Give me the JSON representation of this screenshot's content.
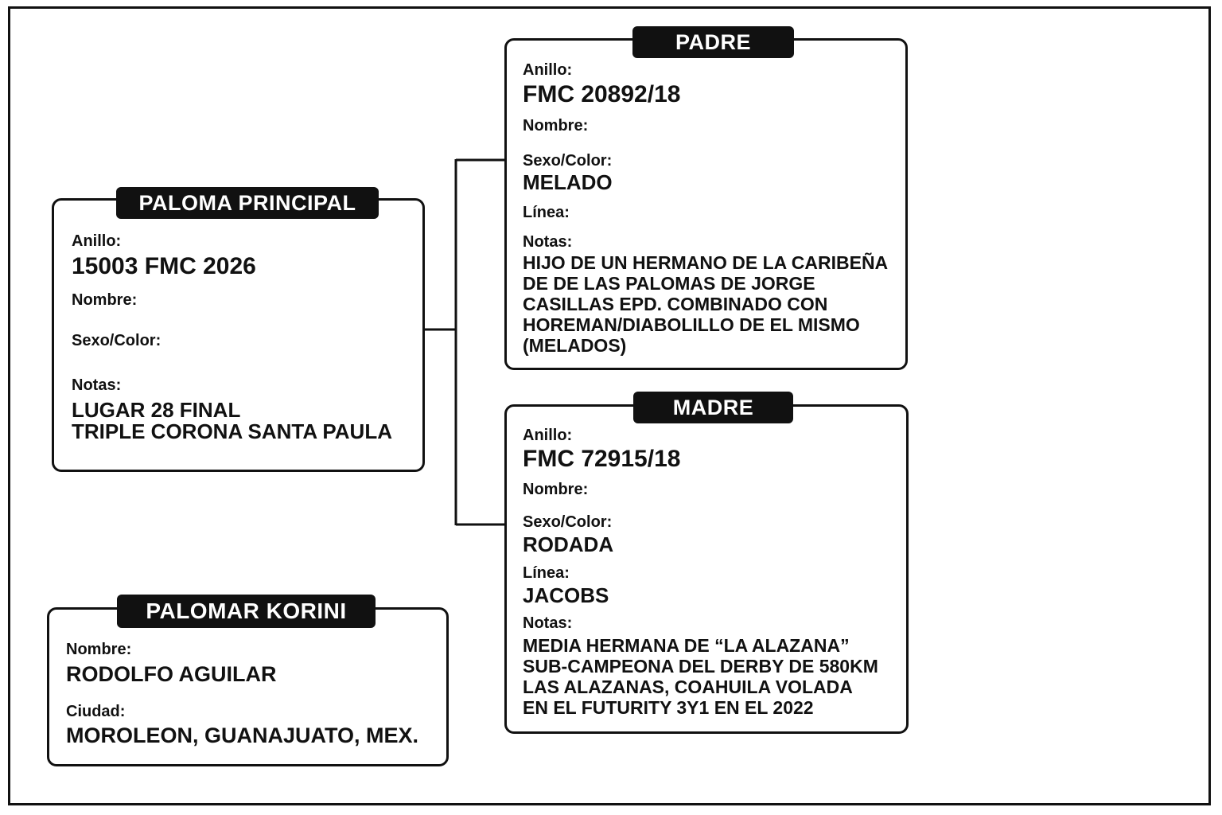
{
  "principal": {
    "title": "PALOMA PRINCIPAL",
    "ring_label": "Anillo:",
    "ring": "15003 FMC 2026",
    "name_label": "Nombre:",
    "sex_color_label": "Sexo/Color:",
    "notes_label": "Notas:",
    "notes": [
      "LUGAR 28 FINAL",
      "TRIPLE CORONA SANTA PAULA"
    ]
  },
  "padre": {
    "title": "PADRE",
    "ring_label": "Anillo:",
    "ring": "FMC 20892/18",
    "name_label": "Nombre:",
    "sex_color_label": "Sexo/Color:",
    "sex_color": "MELADO",
    "line_label": "Línea:",
    "notes_label": "Notas:",
    "notes": [
      "HIJO DE UN HERMANO DE LA CARIBEÑA",
      "DE DE LAS PALOMAS DE JORGE",
      "CASILLAS EPD. COMBINADO CON",
      "HOREMAN/DIABOLILLO DE EL MISMO",
      "(MELADOS)"
    ]
  },
  "madre": {
    "title": "MADRE",
    "ring_label": "Anillo:",
    "ring": "FMC 72915/18",
    "name_label": "Nombre:",
    "sex_color_label": "Sexo/Color:",
    "sex_color": "RODADA",
    "line_label": "Línea:",
    "line": "JACOBS",
    "notes_label": "Notas:",
    "notes": [
      "MEDIA HERMANA DE “LA ALAZANA”",
      "SUB-CAMPEONA DEL DERBY DE 580KM",
      "LAS ALAZANAS, COAHUILA VOLADA",
      "EN EL FUTURITY 3Y1 EN EL 2022"
    ]
  },
  "palomar": {
    "title": "PALOMAR KORINI",
    "name_label": "Nombre:",
    "name": "RODOLFO AGUILAR",
    "city_label": "Ciudad:",
    "city": "MOROLEON, GUANAJUATO, MEX."
  }
}
